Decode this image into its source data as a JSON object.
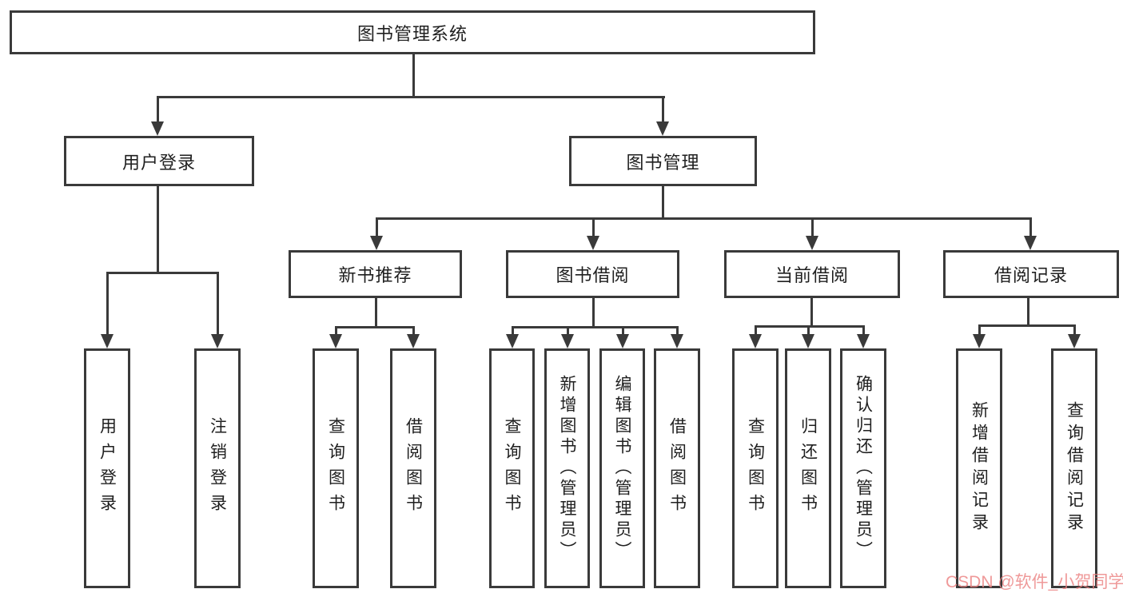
{
  "colors": {
    "line": "#3a3a3a",
    "text": "#1f1f1f",
    "background": "#ffffff",
    "watermark": "#ec8282"
  },
  "nodes": {
    "root": {
      "label": "图书管理系统"
    },
    "level2": [
      {
        "label": "用户登录"
      },
      {
        "label": "图书管理"
      }
    ],
    "level3": [
      {
        "label": "新书推荐"
      },
      {
        "label": "图书借阅"
      },
      {
        "label": "当前借阅"
      },
      {
        "label": "借阅记录"
      }
    ],
    "user_login_children": [
      "用户登录",
      "注销登录"
    ],
    "new_book_children": [
      "查询图书",
      "借阅图书"
    ],
    "book_borrow_children": [
      "查询图书",
      "新增图书（管理员）",
      "编辑图书（管理员）",
      "借阅图书"
    ],
    "current_borrow_children": [
      "查询图书",
      "归还图书",
      "确认归还（管理员）"
    ],
    "borrow_record_children": [
      "新增借阅记录",
      "查询借阅记录"
    ]
  },
  "watermark": "CSDN @软件_小贺同学"
}
